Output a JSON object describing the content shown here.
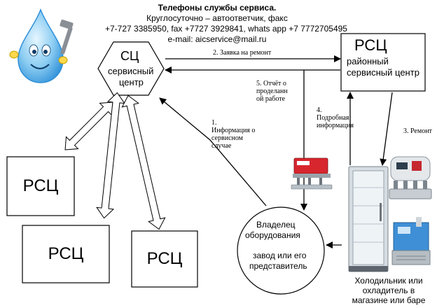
{
  "header": {
    "title": "Телефоны службы сервиса.",
    "line1": "Круглосуточно – автоответчик, факс",
    "line2": "+7-727 3385950, fax +7727 3929841, whats app +7 7772705495",
    "line3": "e-mail: aicservice@mail.ru"
  },
  "nodes": {
    "sc": {
      "abbr": "СЦ",
      "line1": "сервисный",
      "line2": "центр"
    },
    "rsc_main": {
      "abbr": "РСЦ",
      "line1": "районный",
      "line2": "сервисный центр"
    },
    "rsc_boxes": [
      "РСЦ",
      "РСЦ",
      "РСЦ"
    ],
    "owner": {
      "line1": "Владелец",
      "line2": "оборудования",
      "line3": "завод или его",
      "line4": "представитель"
    },
    "equipment": {
      "line1": "Холодильник или",
      "line2": "охладитель в",
      "line3": "магазине или баре"
    }
  },
  "arrows": {
    "a1": "1.\nИнформация о\nсервисном\nслучае",
    "a2": "2. Заявка на ремонт",
    "a3": "3. Ремонт",
    "a4": "4.\nПодробная\nинформация",
    "a5": "5. Отчёт о\nпроделанн\nой работе"
  },
  "colors": {
    "drop": "#7cc4ef",
    "drop_dark": "#2d8fd8",
    "fridge_frame": "#c9d4dc",
    "cooler_blue": "#3f8fd6"
  }
}
